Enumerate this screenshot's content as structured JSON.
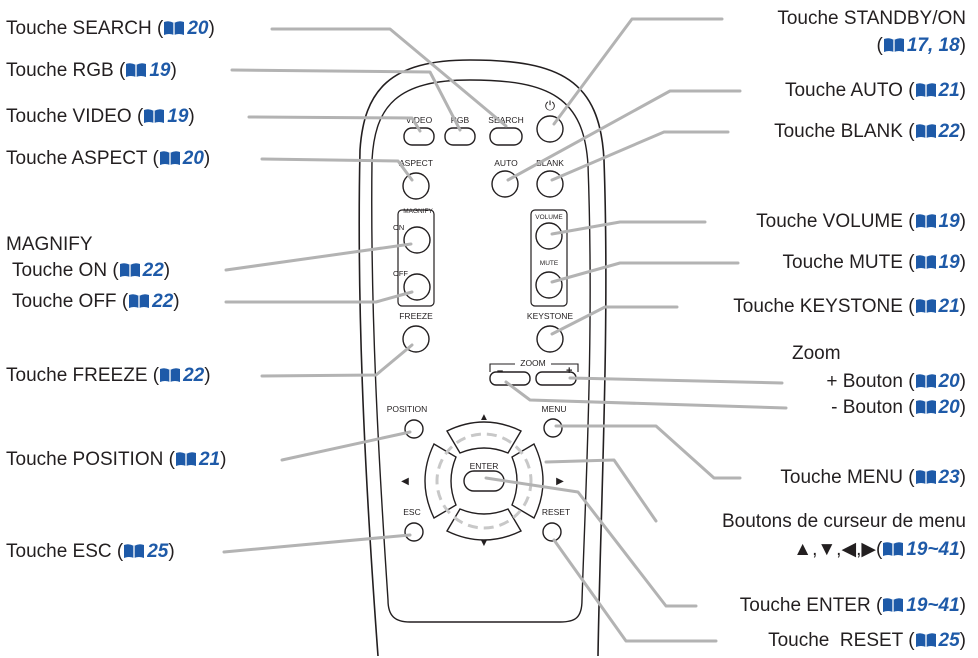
{
  "remote": {
    "buttons": {
      "video": "VIDEO",
      "rgb": "RGB",
      "search": "SEARCH",
      "standby_symbol": "⏻",
      "aspect": "ASPECT",
      "auto": "AUTO",
      "blank": "BLANK",
      "magnify": "MAGNIFY",
      "on": "ON",
      "off": "OFF",
      "volume": "VOLUME",
      "mute": "MUTE",
      "freeze": "FREEZE",
      "keystone": "KEYSTONE",
      "zoom": "ZOOM",
      "zoom_minus": "–",
      "zoom_plus": "+",
      "position": "POSITION",
      "menu": "MENU",
      "enter": "ENTER",
      "esc": "ESC",
      "reset": "RESET",
      "arrow_up": "▲",
      "arrow_down": "▼",
      "arrow_left": "◀",
      "arrow_right": "▶"
    }
  },
  "callouts": {
    "search": {
      "text": "Touche SEARCH (",
      "page": "20",
      "close": ")"
    },
    "rgb": {
      "text": "Touche RGB (",
      "page": "19",
      "close": ")"
    },
    "video": {
      "text": "Touche VIDEO (",
      "page": "19",
      "close": ")"
    },
    "aspect": {
      "text": "Touche ASPECT (",
      "page": "20",
      "close": ")"
    },
    "magnify_title": "MAGNIFY",
    "magnify_on": {
      "text": "Touche ON (",
      "page": "22",
      "close": ")"
    },
    "magnify_off": {
      "text": "Touche OFF (",
      "page": "22",
      "close": ")"
    },
    "freeze": {
      "text": "Touche FREEZE (",
      "page": "22",
      "close": ")"
    },
    "position": {
      "text": "Touche POSITION (",
      "page": "21",
      "close": ")"
    },
    "esc": {
      "text": "Touche ESC (",
      "page": "25",
      "close": ")"
    },
    "standby": {
      "text": "Touche STANDBY/ON",
      "open": "(",
      "page": "17, 18",
      "close": ")"
    },
    "auto": {
      "text": "Touche AUTO (",
      "page": "21",
      "close": ")"
    },
    "blank": {
      "text": "Touche BLANK (",
      "page": "22",
      "close": ")"
    },
    "volume": {
      "text": "Touche VOLUME (",
      "page": "19",
      "close": ")"
    },
    "mute": {
      "text": "Touche MUTE (",
      "page": "19",
      "close": ")"
    },
    "keystone": {
      "text": "Touche KEYSTONE (",
      "page": "21",
      "close": ")"
    },
    "zoom_title": "Zoom",
    "zoom_plus": {
      "text": "+ Bouton (",
      "page": "20",
      "close": ")"
    },
    "zoom_minus": {
      "text": "- Bouton (",
      "page": "20",
      "close": ")"
    },
    "menu": {
      "text": "Touche MENU (",
      "page": "23",
      "close": ")"
    },
    "cursor": {
      "text": "Boutons de curseur de menu",
      "arrows": "▲,▼,◀,▶(",
      "page": "19~41",
      "close": ")"
    },
    "enter": {
      "text": "Touche ENTER (",
      "page": "19~41",
      "close": ")"
    },
    "reset": {
      "text": "Touche  RESET (",
      "page": "25",
      "close": ")"
    }
  },
  "colors": {
    "outline": "#231f20",
    "leader": "#b3b3b3",
    "page_ref": "#1e5aa8",
    "dash_ring": "#c8c8c8"
  }
}
